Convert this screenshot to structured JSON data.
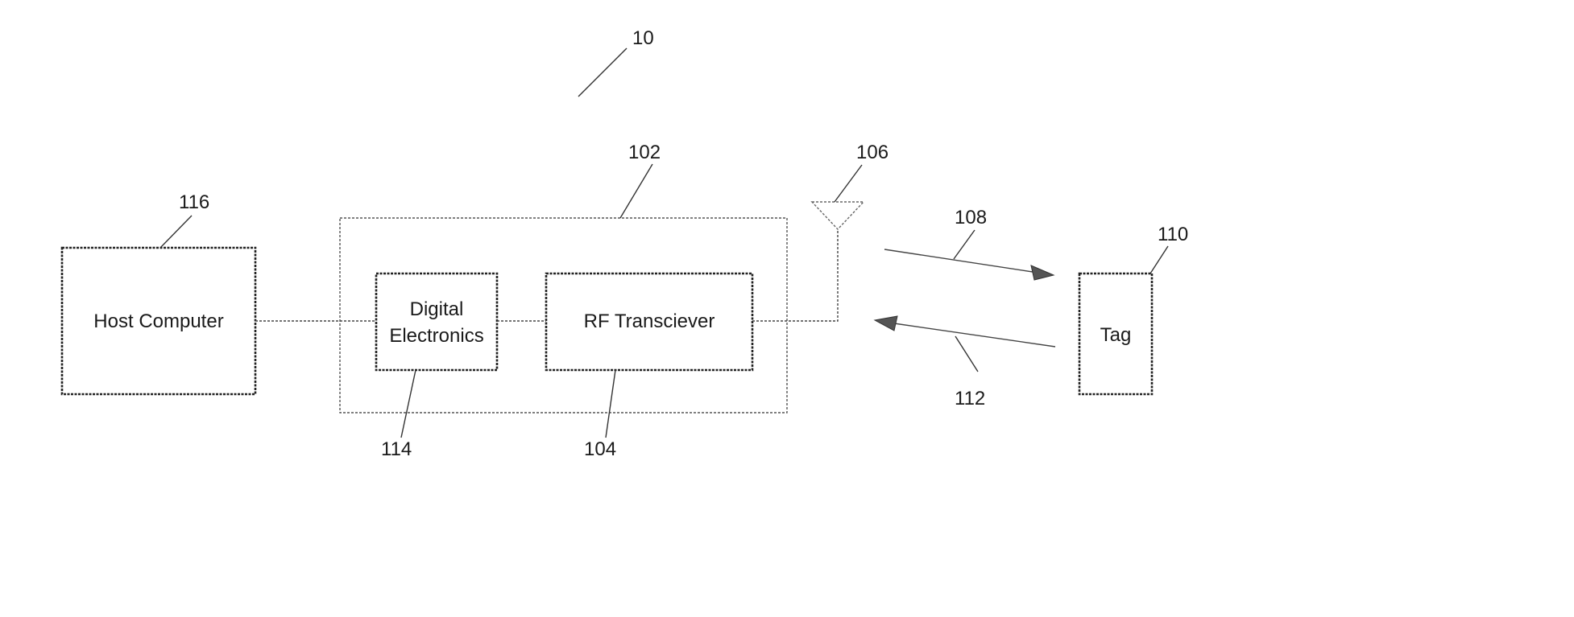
{
  "references": {
    "system": "10",
    "reader": "102",
    "transceiver": "104",
    "antenna": "106",
    "forward_signal": "108",
    "tag": "110",
    "return_signal": "112",
    "digital_electronics": "114",
    "host_computer": "116"
  },
  "blocks": {
    "host_computer": "Host Computer",
    "digital_electronics_line1": "Digital",
    "digital_electronics_line2": "Electronics",
    "rf_transceiver": "RF Transciever",
    "tag": "Tag"
  }
}
